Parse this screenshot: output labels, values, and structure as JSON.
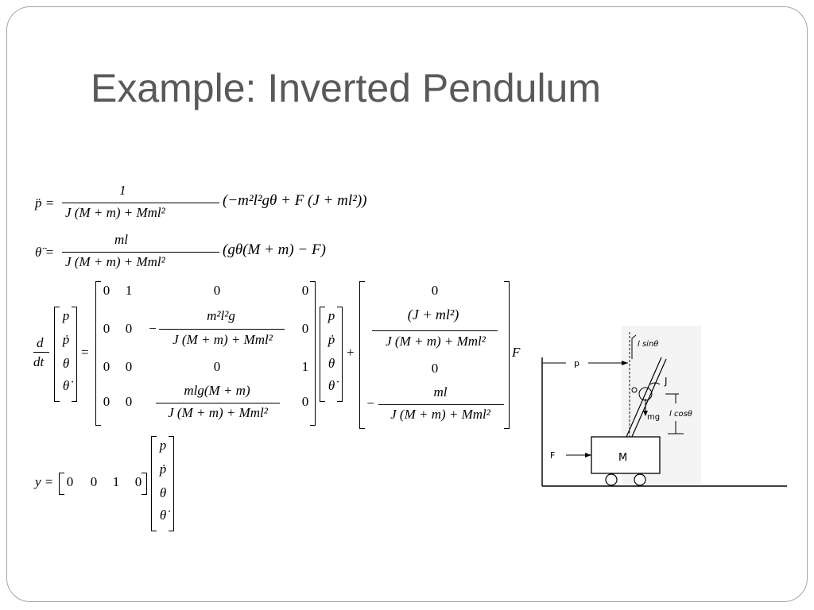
{
  "slide": {
    "title": "Example: Inverted Pendulum"
  },
  "equations": {
    "p_ddot": {
      "lhs": "p̈ =",
      "num": "1",
      "den": "J (M + m) + Mml²",
      "rhs": "(−m²l²gθ + F (J + ml²))"
    },
    "theta_ddot": {
      "lhs": "θ̈ =",
      "num": "ml",
      "den": "J (M + m) + Mml²",
      "rhs": "(gθ(M + m) − F)"
    },
    "state_space": {
      "d": "d",
      "dt": "dt",
      "state": [
        "p",
        "ṗ",
        "θ",
        "θ̇"
      ],
      "A_row0": [
        "0",
        "1",
        "0",
        "0"
      ],
      "A_row1": [
        "0",
        "0",
        "−",
        "0"
      ],
      "A_row1_num": "m²l²g",
      "A_row1_den": "J (M + m) + Mml²",
      "A_row2": [
        "0",
        "0",
        "0",
        "1"
      ],
      "A_row3": [
        "0",
        "0",
        "0"
      ],
      "A_row3_num": "mlg(M + m)",
      "A_row3_den": "J (M + m) + Mml²",
      "B0": "0",
      "B1_num": "(J + ml²)",
      "B1_den": "J (M + m) + Mml²",
      "B2": "0",
      "B3_sign": "−",
      "B3_num": "ml",
      "B3_den": "J (M + m) + Mml²",
      "F": "F",
      "equals": "=",
      "plus": "+"
    },
    "output": {
      "lhs": "y =",
      "C": [
        "0",
        "0",
        "1",
        "0"
      ],
      "state": [
        "p",
        "ṗ",
        "θ",
        "θ̇"
      ]
    }
  },
  "sketch": {
    "labels": {
      "p": "p",
      "F": "F",
      "M": "M",
      "J": "J",
      "mg": "mg",
      "lsin": "l sinθ",
      "lcos": "l cosθ"
    }
  }
}
